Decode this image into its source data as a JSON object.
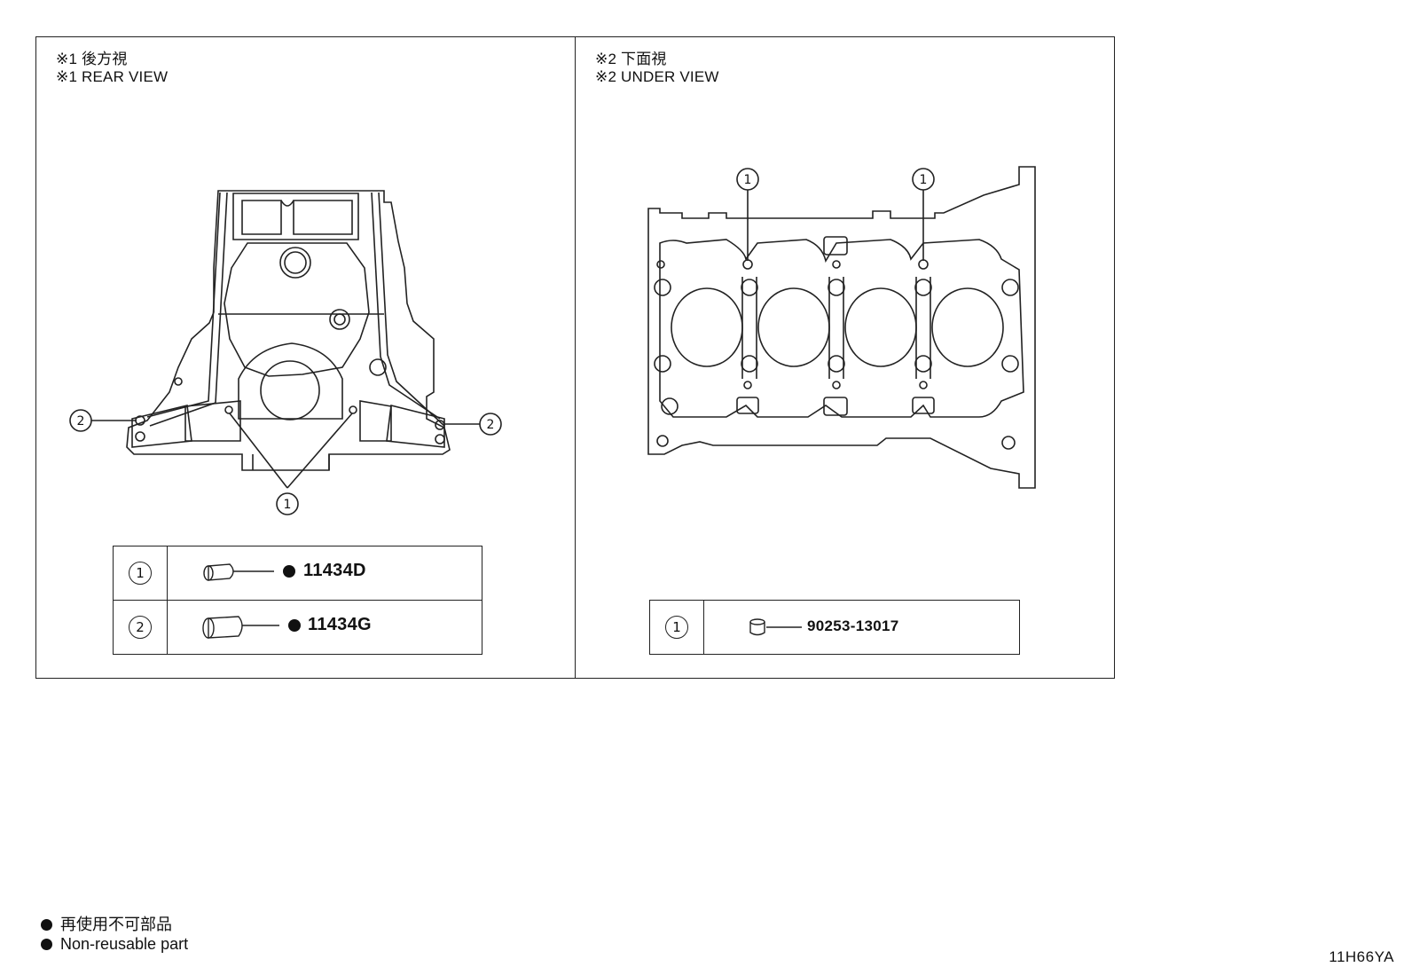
{
  "panels": {
    "rear": {
      "title_jp": "※1 後方視",
      "title_en": "※1 REAR VIEW",
      "callouts": [
        "1",
        "2",
        "2"
      ],
      "parts": [
        {
          "ref": "1",
          "part_no": "11434D",
          "non_reusable": true
        },
        {
          "ref": "2",
          "part_no": "11434G",
          "non_reusable": true
        }
      ]
    },
    "under": {
      "title_jp": "※2 下面視",
      "title_en": "※2 UNDER VIEW",
      "callouts": [
        "1",
        "1"
      ],
      "parts": [
        {
          "ref": "1",
          "part_no": "90253-13017",
          "non_reusable": false
        }
      ]
    }
  },
  "legend": {
    "jp": "再使用不可部品",
    "en": "Non-reusable part"
  },
  "image_code": "11H66YA"
}
